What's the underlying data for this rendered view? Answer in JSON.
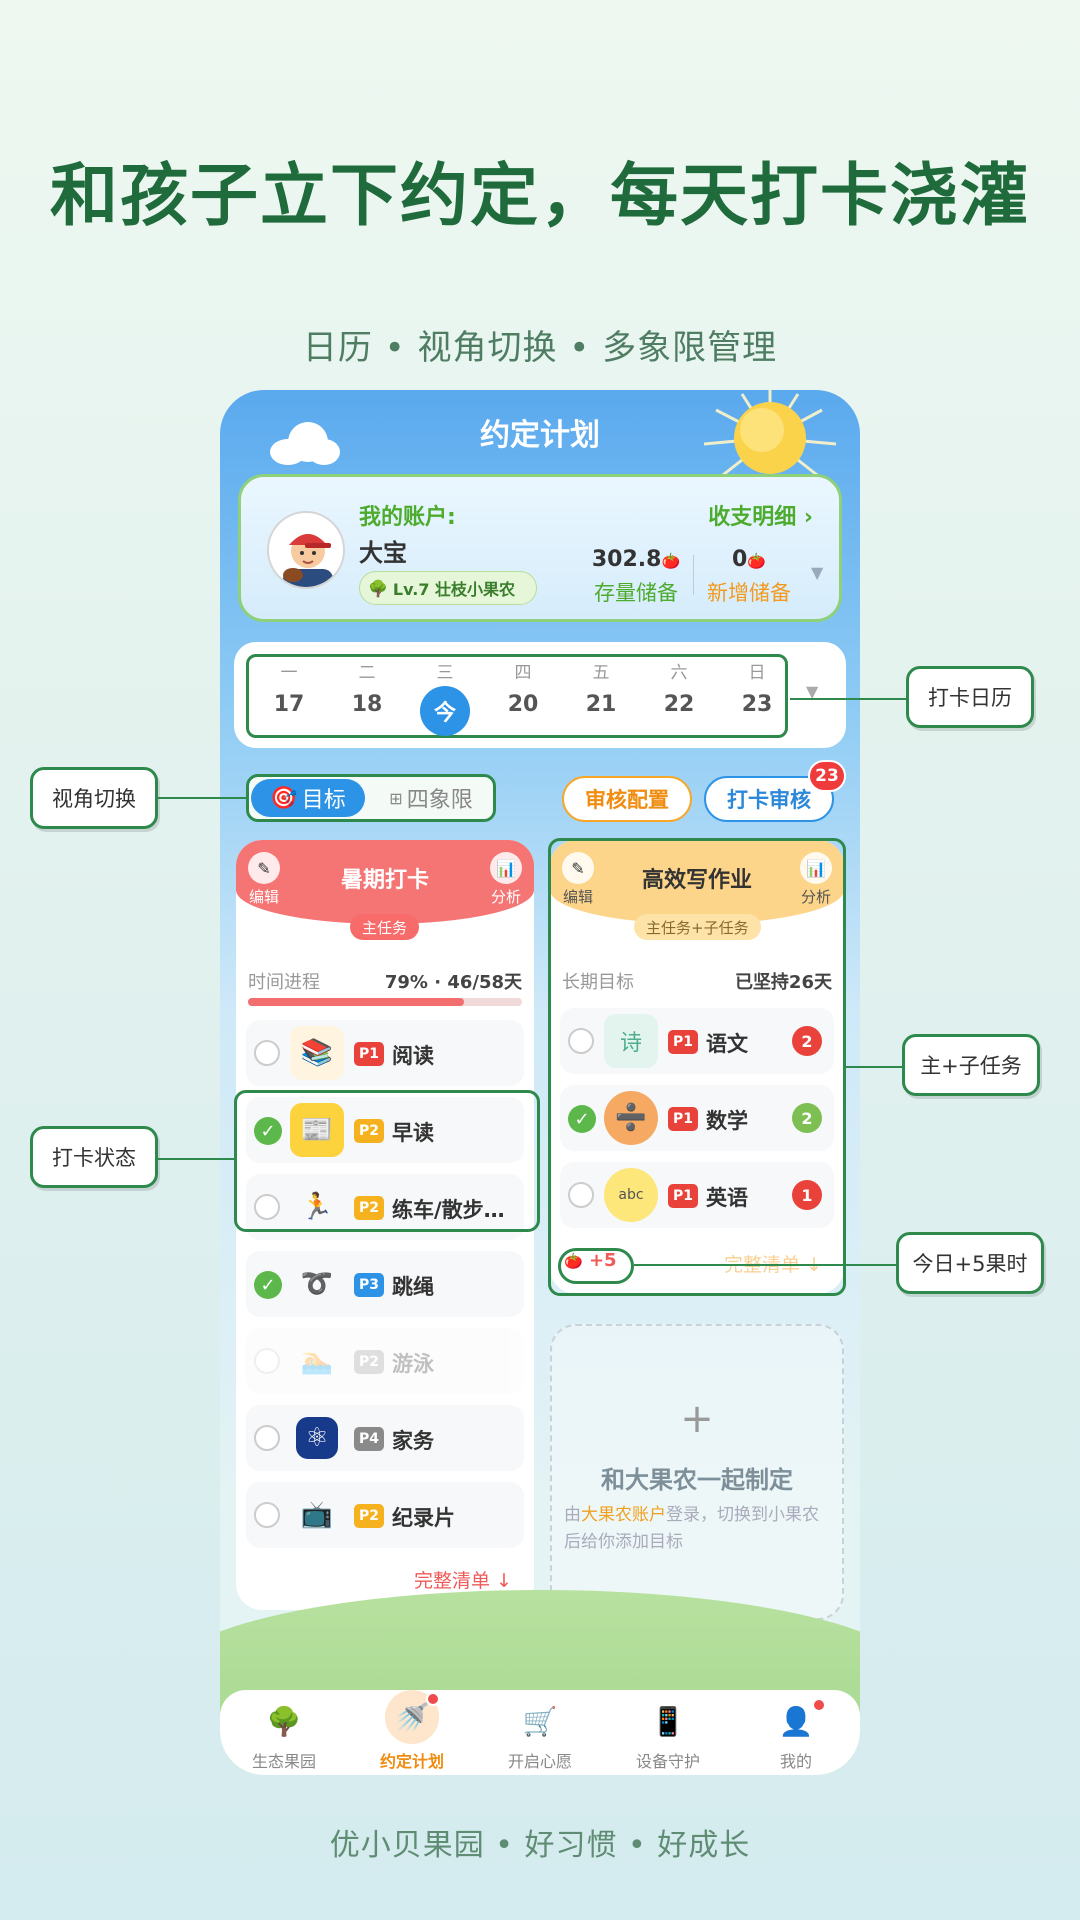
{
  "headline": "和孩子立下约定，每天打卡浇灌",
  "subline": "日历 • 视角切换 • 多象限管理",
  "footer": "优小贝果园 • 好习惯 • 好成长",
  "phone": {
    "title": "约定计划",
    "account": {
      "label": "我的账户:",
      "name": "大宝",
      "level": "Lv.7 壮枝小果农",
      "detail_link": "收支明细",
      "stock_value": "302.8",
      "stock_label": "存量储备",
      "new_value": "0",
      "new_label": "新增储备"
    },
    "calendar": {
      "weekdays": [
        "一",
        "二",
        "三",
        "四",
        "五",
        "六",
        "日"
      ],
      "days": [
        "17",
        "18",
        "今",
        "20",
        "21",
        "22",
        "23"
      ]
    },
    "toggle": {
      "active": "目标",
      "inactive": "四象限"
    },
    "buttons": {
      "config": "审核配置",
      "review": "打卡审核",
      "review_badge": "23"
    },
    "left_card": {
      "title": "暑期打卡",
      "edit": "编辑",
      "analyze": "分析",
      "tag": "主任务",
      "progress_label": "时间进程",
      "progress_value": "79% · 46/58天",
      "progress": 0.79,
      "tasks": [
        {
          "name": "阅读",
          "prio": "P1",
          "checked": false,
          "icon": "books-icon"
        },
        {
          "name": "早读",
          "prio": "P2",
          "checked": true,
          "icon": "reading-board-icon"
        },
        {
          "name": "练车/散步…",
          "prio": "P2",
          "checked": false,
          "icon": "stick-figure-icon"
        },
        {
          "name": "跳绳",
          "prio": "P3",
          "checked": true,
          "icon": "jump-rope-icon"
        },
        {
          "name": "游泳",
          "prio": "P2",
          "checked": false,
          "icon": "swimmer-icon"
        },
        {
          "name": "家务",
          "prio": "P4",
          "checked": false,
          "icon": "atom-icon"
        },
        {
          "name": "纪录片",
          "prio": "P2",
          "checked": false,
          "icon": "tv-icon"
        }
      ],
      "full_list": "完整清单 ↓"
    },
    "right_card": {
      "title": "高效写作业",
      "edit": "编辑",
      "analyze": "分析",
      "tag": "主任务+子任务",
      "long_label": "长期目标",
      "long_value": "已坚持26天",
      "tasks": [
        {
          "name": "语文",
          "prio": "P1",
          "checked": false,
          "count": "2",
          "icon": "poem-book-icon"
        },
        {
          "name": "数学",
          "prio": "P1",
          "checked": true,
          "count": "2",
          "icon": "calculator-icon"
        },
        {
          "name": "英语",
          "prio": "P1",
          "checked": false,
          "count": "1",
          "icon": "abc-icon"
        }
      ],
      "bonus": "+5",
      "full_list": "完整清单 ↓"
    },
    "placeholder": {
      "plus": "+",
      "title": "和大果农一起制定",
      "desc_prefix": "由",
      "desc_link": "大果农账户",
      "desc_suffix": "登录，切换到小果农后给你添加目标"
    },
    "nav": [
      {
        "label": "生态果园",
        "icon": "tree-icon"
      },
      {
        "label": "约定计划",
        "icon": "watering-can-icon",
        "active": true
      },
      {
        "label": "开启心愿",
        "icon": "gift-cart-icon"
      },
      {
        "label": "设备守护",
        "icon": "phone-guard-icon"
      },
      {
        "label": "我的",
        "icon": "user-icon"
      }
    ]
  },
  "callouts": {
    "calendar": "打卡日历",
    "view_switch": "视角切换",
    "main_sub": "主+子任务",
    "checkin_status": "打卡状态",
    "today_bonus": "今日+5果时"
  },
  "colors": {
    "brand_green": "#1f6b3c",
    "accent_blue": "#2c93e6",
    "accent_orange": "#f08c10",
    "red": "#ef3b3b"
  }
}
